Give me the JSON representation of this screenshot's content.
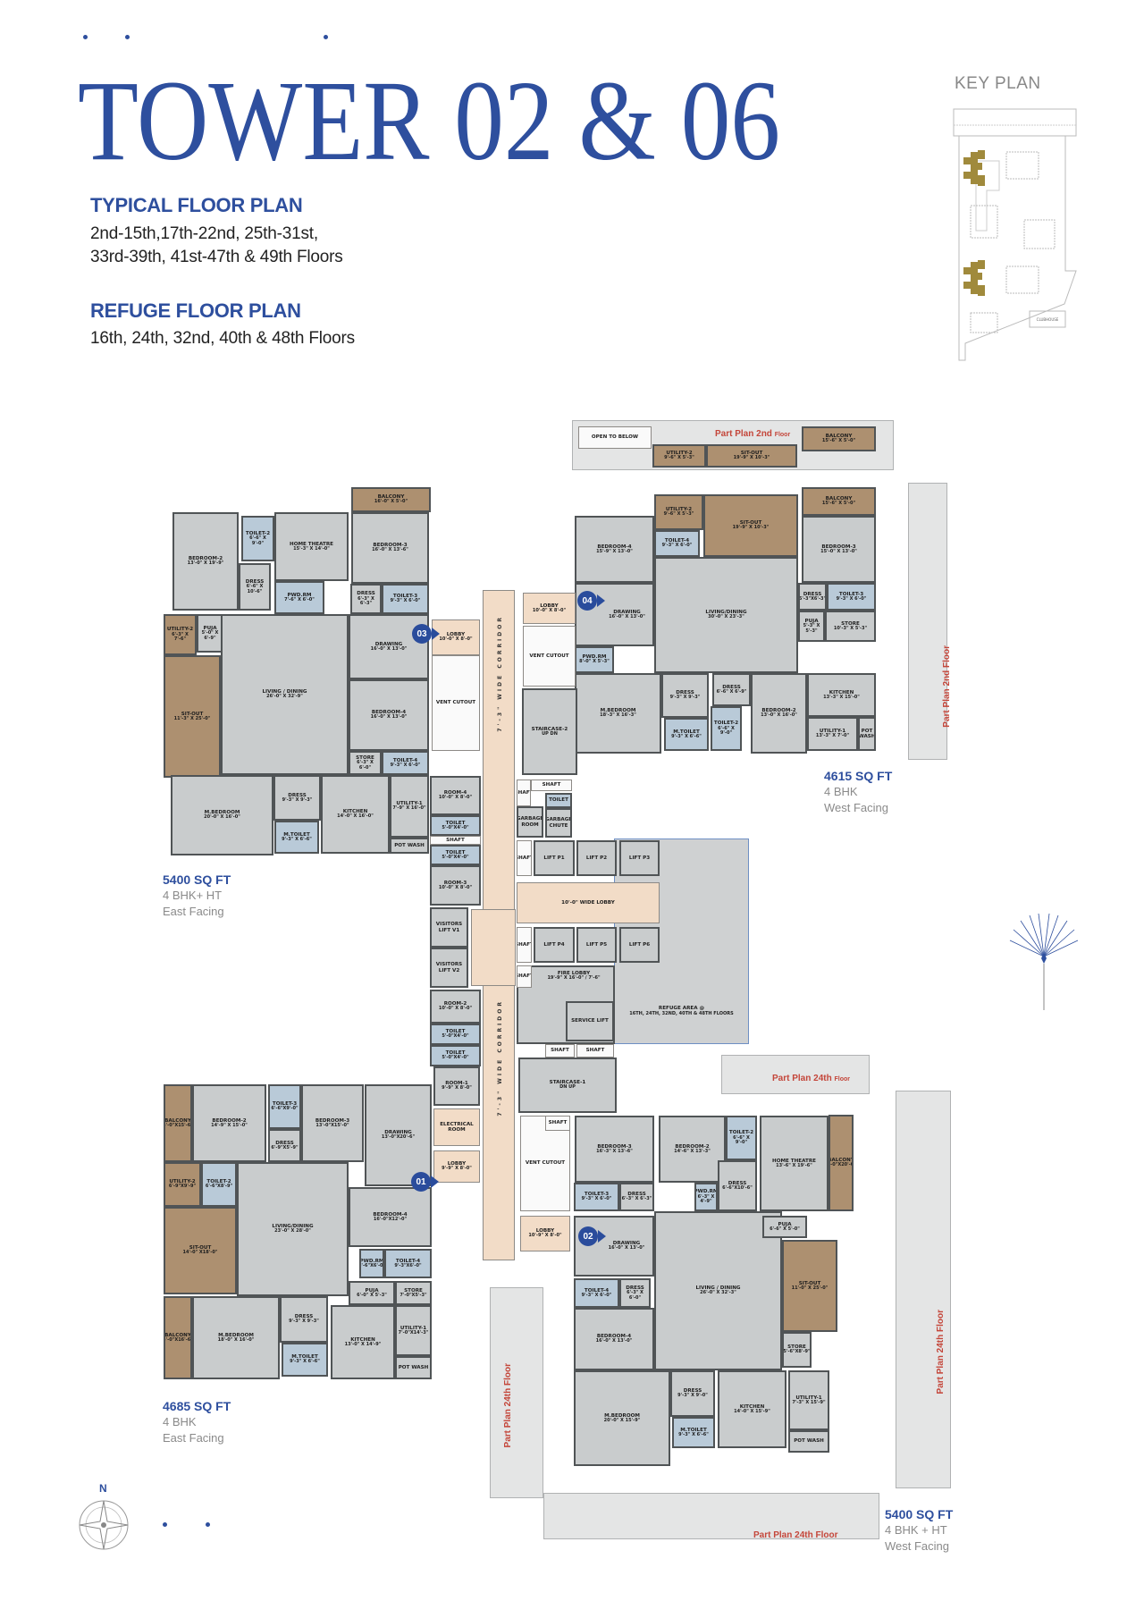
{
  "header": {
    "title": "TOWER 02 & 06",
    "typical_heading": "TYPICAL FLOOR PLAN",
    "typical_line1": "2nd-15th,17th-22nd, 25th-31st,",
    "typical_line2": "33rd-39th, 41st-47th & 49th Floors",
    "refuge_heading": "REFUGE FLOOR PLAN",
    "refuge_line1": "16th, 24th, 32nd, 40th & 48th Floors"
  },
  "key_plan": {
    "label": "KEY PLAN",
    "clubhouse": "CLUBHOUSE",
    "highlight_color": "#a08a3c"
  },
  "colors": {
    "brand_blue": "#2e4f9e",
    "part_plan_red": "#c4463a",
    "wood": "#ad9070",
    "toilet": "#b9cad8",
    "lobby": "#f2dcc7"
  },
  "north_label": "N",
  "part_plans": {
    "p2_top": "Part Plan 2nd",
    "p2_top_small": "Floor",
    "p2_side": "Part Plan 2nd Floor",
    "p24_top": "Part Plan 24th",
    "p24_top_small": "Floor",
    "p24_left": "Part Plan 24th Floor",
    "p24_right": "Part Plan 24th Floor",
    "p24_bottom": "Part Plan 24th Floor"
  },
  "entrances": [
    "01",
    "02",
    "03",
    "04"
  ],
  "corridor_label": "7'-3\" WIDE CORRIDOR",
  "units": {
    "ul": {
      "area": "5400 SQ FT",
      "type": "4 BHK+ HT",
      "facing": "East Facing",
      "rooms": [
        {
          "n": "Balcony",
          "d": "16'-0\" X 5'-0\""
        },
        {
          "n": "Toilet-2",
          "d": "6'-6\" X 9'-0\""
        },
        {
          "n": "Home Theatre",
          "d": "15'-3\" X 14'-0\""
        },
        {
          "n": "Bedroom-3",
          "d": "16'-0\" X 13'-6\""
        },
        {
          "n": "Bedroom-2",
          "d": "13'-0\" X 19'-9\""
        },
        {
          "n": "Dress",
          "d": "6'-6\" X 10'-6\""
        },
        {
          "n": "PWD.RM",
          "d": "7'-6\" X 6'-0\""
        },
        {
          "n": "Dress",
          "d": "6'-3\" X 6'-3\""
        },
        {
          "n": "Toilet-3",
          "d": "9'-3\" X 6'-0\""
        },
        {
          "n": "Utility-2",
          "d": "6'-3\" X 7'-6\""
        },
        {
          "n": "Puja",
          "d": "5'-0\" X 6'-9\""
        },
        {
          "n": "Drawing",
          "d": "16'-0\" X 13'-0\""
        },
        {
          "n": "Sit-out",
          "d": "11'-3\" X 25'-0\""
        },
        {
          "n": "Living / Dining",
          "d": "26'-0\" X 32'-9\""
        },
        {
          "n": "Bedroom-4",
          "d": "16'-0\" X 13'-0\""
        },
        {
          "n": "Store",
          "d": "6'-3\" X 6'-0\""
        },
        {
          "n": "Toilet-4",
          "d": "9'-3\" X 6'-0\""
        },
        {
          "n": "M.Bedroom",
          "d": "20'-0\" X 16'-0\""
        },
        {
          "n": "Dress",
          "d": "9'-3\" X 9'-3\""
        },
        {
          "n": "M.Toilet",
          "d": "9'-3\" X 6'-6\""
        },
        {
          "n": "Kitchen",
          "d": "14'-0\" X 16'-0\""
        },
        {
          "n": "Utility-1",
          "d": "7'-9\" X 16'-0\""
        },
        {
          "n": "Pot Wash",
          "d": ""
        }
      ]
    },
    "ur": {
      "area": "4615 SQ FT",
      "type": "4 BHK",
      "facing": "West Facing",
      "rooms": [
        {
          "n": "Open to Below",
          "d": ""
        },
        {
          "n": "Utility-2",
          "d": "9'-6\" X 5'-3\""
        },
        {
          "n": "Sit-out",
          "d": "19'-9\" X 10'-3\""
        },
        {
          "n": "Balcony",
          "d": "15'-6\" X 5'-0\""
        },
        {
          "n": "Balcony",
          "d": "15'-6\" X 5'-0\""
        },
        {
          "n": "Utility-2",
          "d": "9'-6\" X 5'-3\""
        },
        {
          "n": "Sit-out",
          "d": "19'-9\" X 10'-3\""
        },
        {
          "n": "Toilet-4",
          "d": "9'-3\" X 6'-0\""
        },
        {
          "n": "Bedroom-4",
          "d": "15'-9\" X 13'-0\""
        },
        {
          "n": "Bedroom-3",
          "d": "15'-0\" X 13'-0\""
        },
        {
          "n": "Drawing",
          "d": "16'-0\" X 13'-0\""
        },
        {
          "n": "Living/Dining",
          "d": "30'-0\" X 23'-3\""
        },
        {
          "n": "Dress",
          "d": "5'-3\"X6'-3\""
        },
        {
          "n": "Toilet-3",
          "d": "9'-3\" X 6'-0\""
        },
        {
          "n": "Puja",
          "d": "5'-3\" X 5'-3\""
        },
        {
          "n": "Store",
          "d": "10'-3\" X 5'-3\""
        },
        {
          "n": "PWD.RM",
          "d": "8'-0\" X 5'-3\""
        },
        {
          "n": "M.Bedroom",
          "d": "18'-3\" X 16'-3\""
        },
        {
          "n": "Dress",
          "d": "9'-3\" X 9'-3\""
        },
        {
          "n": "M.Toilet",
          "d": "9'-3\" X 6'-6\""
        },
        {
          "n": "Dress",
          "d": "6'-6\" X 6'-9\""
        },
        {
          "n": "Toilet-2",
          "d": "6'-6\" X 9'-0\""
        },
        {
          "n": "Bedroom-2",
          "d": "13'-0\" X 16'-0\""
        },
        {
          "n": "Kitchen",
          "d": "13'-3\" X 15'-0\""
        },
        {
          "n": "Utility-1",
          "d": "13'-3\" X 7'-0\""
        },
        {
          "n": "Pot Wash",
          "d": ""
        }
      ]
    },
    "ll": {
      "area": "4685 SQ FT",
      "type": "4 BHK",
      "facing": "East Facing",
      "rooms": [
        {
          "n": "Balcony",
          "d": "5'-0\"X15'-6\""
        },
        {
          "n": "Bedroom-2",
          "d": "14'-9\" X 15'-0\""
        },
        {
          "n": "Toilet-3",
          "d": "6'-6\"X9'-0\""
        },
        {
          "n": "Dress",
          "d": "6'-9\"X5'-9\""
        },
        {
          "n": "Bedroom-3",
          "d": "13'-0\"X15'-0\""
        },
        {
          "n": "Drawing",
          "d": "13'-0\"X20'-6\""
        },
        {
          "n": "Utility-2",
          "d": "6'-9\"X9'-9\""
        },
        {
          "n": "Toilet-2",
          "d": "6'-6\"X8'-9\""
        },
        {
          "n": "Sit-out",
          "d": "14'-0\" X18'-0\""
        },
        {
          "n": "Living/Dining",
          "d": "23'-0\" X 28'-0\""
        },
        {
          "n": "Bedroom-4",
          "d": "16'-0\"X12'-0\""
        },
        {
          "n": "PWD.RM",
          "d": "4'-6\"X6'-0\""
        },
        {
          "n": "Toilet-4",
          "d": "9'-3\"X6'-0\""
        },
        {
          "n": "Puja",
          "d": "6'-0\" X 5'-3\""
        },
        {
          "n": "Store",
          "d": "7'-0\"X5'-3\""
        },
        {
          "n": "Utility-1",
          "d": "7'-0\"X14'-3\""
        },
        {
          "n": "Pot Wash",
          "d": ""
        },
        {
          "n": "Kitchen",
          "d": "13'-0\" X 14'-9\""
        },
        {
          "n": "Balcony",
          "d": "5'-0\"X16'-6\""
        },
        {
          "n": "M.Bedroom",
          "d": "18'-0\" X 16'-0\""
        },
        {
          "n": "Dress",
          "d": "9'-3\" X 9'-3\""
        },
        {
          "n": "M.Toilet",
          "d": "9'-3\" X 6'-6\""
        }
      ]
    },
    "lr": {
      "area": "5400 SQ FT",
      "type": "4 BHK + HT",
      "facing": "West Facing",
      "rooms": [
        {
          "n": "Bedroom-3",
          "d": "16'-3\" X 13'-6\""
        },
        {
          "n": "Toilet-3",
          "d": "9'-3\" X 6'-0\""
        },
        {
          "n": "Dress",
          "d": "6'-3\" X 6'-3\""
        },
        {
          "n": "Bedroom-2",
          "d": "14'-6\" X 13'-3\""
        },
        {
          "n": "Toilet-2",
          "d": "6'-6\" X 9'-0\""
        },
        {
          "n": "Dress",
          "d": "6'-6\"X10'-6\""
        },
        {
          "n": "PWD.RM",
          "d": "6'-3\" X 4'-9\""
        },
        {
          "n": "Home Theatre",
          "d": "13'-6\" X 19'-6\""
        },
        {
          "n": "Balcony",
          "d": "5'-0\"X20'-0\""
        },
        {
          "n": "Drawing",
          "d": "16'-0\" X 13'-0\""
        },
        {
          "n": "Living / Dining",
          "d": "26'-0\" X 32'-3\""
        },
        {
          "n": "Puja",
          "d": "6'-6\" X 5'-0\""
        },
        {
          "n": "Sit-out",
          "d": "11'-0\" X 25'-0\""
        },
        {
          "n": "Toilet-4",
          "d": "9'-3\" X 6'-0\""
        },
        {
          "n": "Dress",
          "d": "6'-3\" X 6'-0\""
        },
        {
          "n": "Bedroom-4",
          "d": "16'-0\" X 13'-0\""
        },
        {
          "n": "Store",
          "d": "5'-6\"X8'-9\""
        },
        {
          "n": "M.Bedroom",
          "d": "20'-0\" X 15'-9\""
        },
        {
          "n": "Dress",
          "d": "9'-3\" X 9'-0\""
        },
        {
          "n": "M.Toilet",
          "d": "9'-3\" X 6'-6\""
        },
        {
          "n": "Kitchen",
          "d": "14'-0\" X 15'-9\""
        },
        {
          "n": "Utility-1",
          "d": "7'-3\" X 15'-9\""
        },
        {
          "n": "Pot Wash",
          "d": ""
        }
      ]
    },
    "core": {
      "rooms": [
        {
          "n": "Lobby",
          "d": "10'-0\" X 8'-0\""
        },
        {
          "n": "Vent Cutout",
          "d": ""
        },
        {
          "n": "Lobby",
          "d": "10'-0\" X 8'-0\""
        },
        {
          "n": "Vent Cutout",
          "d": ""
        },
        {
          "n": "Staircase-2",
          "d": "UP  DN"
        },
        {
          "n": "Room-4",
          "d": "10'-0\" X 8'-0\""
        },
        {
          "n": "Toilet",
          "d": "5'-0\"X4'-0\""
        },
        {
          "n": "Shaft",
          "d": ""
        },
        {
          "n": "Toilet",
          "d": "5'-0\"X4'-0\""
        },
        {
          "n": "Room-3",
          "d": "10'-0\" X 8'-0\""
        },
        {
          "n": "Visitors Lift V1",
          "d": ""
        },
        {
          "n": "Visitors Lift V2",
          "d": ""
        },
        {
          "n": "Room-2",
          "d": "10'-0\" X 8'-0\""
        },
        {
          "n": "Toilet",
          "d": "5'-0\"X4'-0\""
        },
        {
          "n": "Toilet",
          "d": "5'-0\"X4'-0\""
        },
        {
          "n": "Room-1",
          "d": "9'-9\" X 8'-0\""
        },
        {
          "n": "Electrical Room",
          "d": ""
        },
        {
          "n": "Lobby",
          "d": "9'-9\" X 8'-0\""
        },
        {
          "n": "Shaft",
          "d": ""
        },
        {
          "n": "Shaft",
          "d": ""
        },
        {
          "n": "Garbage Room",
          "d": ""
        },
        {
          "n": "Toilet",
          "d": ""
        },
        {
          "n": "Garbage Chute",
          "d": ""
        },
        {
          "n": "Refuge Area @",
          "d": "16TH, 24TH, 32ND, 40TH & 48TH FLOORS"
        },
        {
          "n": "Shaft",
          "d": ""
        },
        {
          "n": "Lift P1",
          "d": ""
        },
        {
          "n": "Lift P2",
          "d": ""
        },
        {
          "n": "Lift P3",
          "d": ""
        },
        {
          "n": "10'-0\" Wide Lobby",
          "d": ""
        },
        {
          "n": "Shaft",
          "d": ""
        },
        {
          "n": "Lift P4",
          "d": ""
        },
        {
          "n": "Lift P5",
          "d": ""
        },
        {
          "n": "Lift P6",
          "d": ""
        },
        {
          "n": "Fire Lobby",
          "d": "19'-9\" X 16'-0\" / 7'-6\""
        },
        {
          "n": "Shaft",
          "d": ""
        },
        {
          "n": "Service Lift",
          "d": ""
        },
        {
          "n": "Shaft",
          "d": ""
        },
        {
          "n": "Shaft",
          "d": ""
        },
        {
          "n": "Staircase-1",
          "d": "DN  UP"
        },
        {
          "n": "Vent Cutout",
          "d": ""
        },
        {
          "n": "Shaft",
          "d": ""
        },
        {
          "n": "Lobby",
          "d": "10'-9\" X 8'-0\""
        }
      ]
    }
  }
}
